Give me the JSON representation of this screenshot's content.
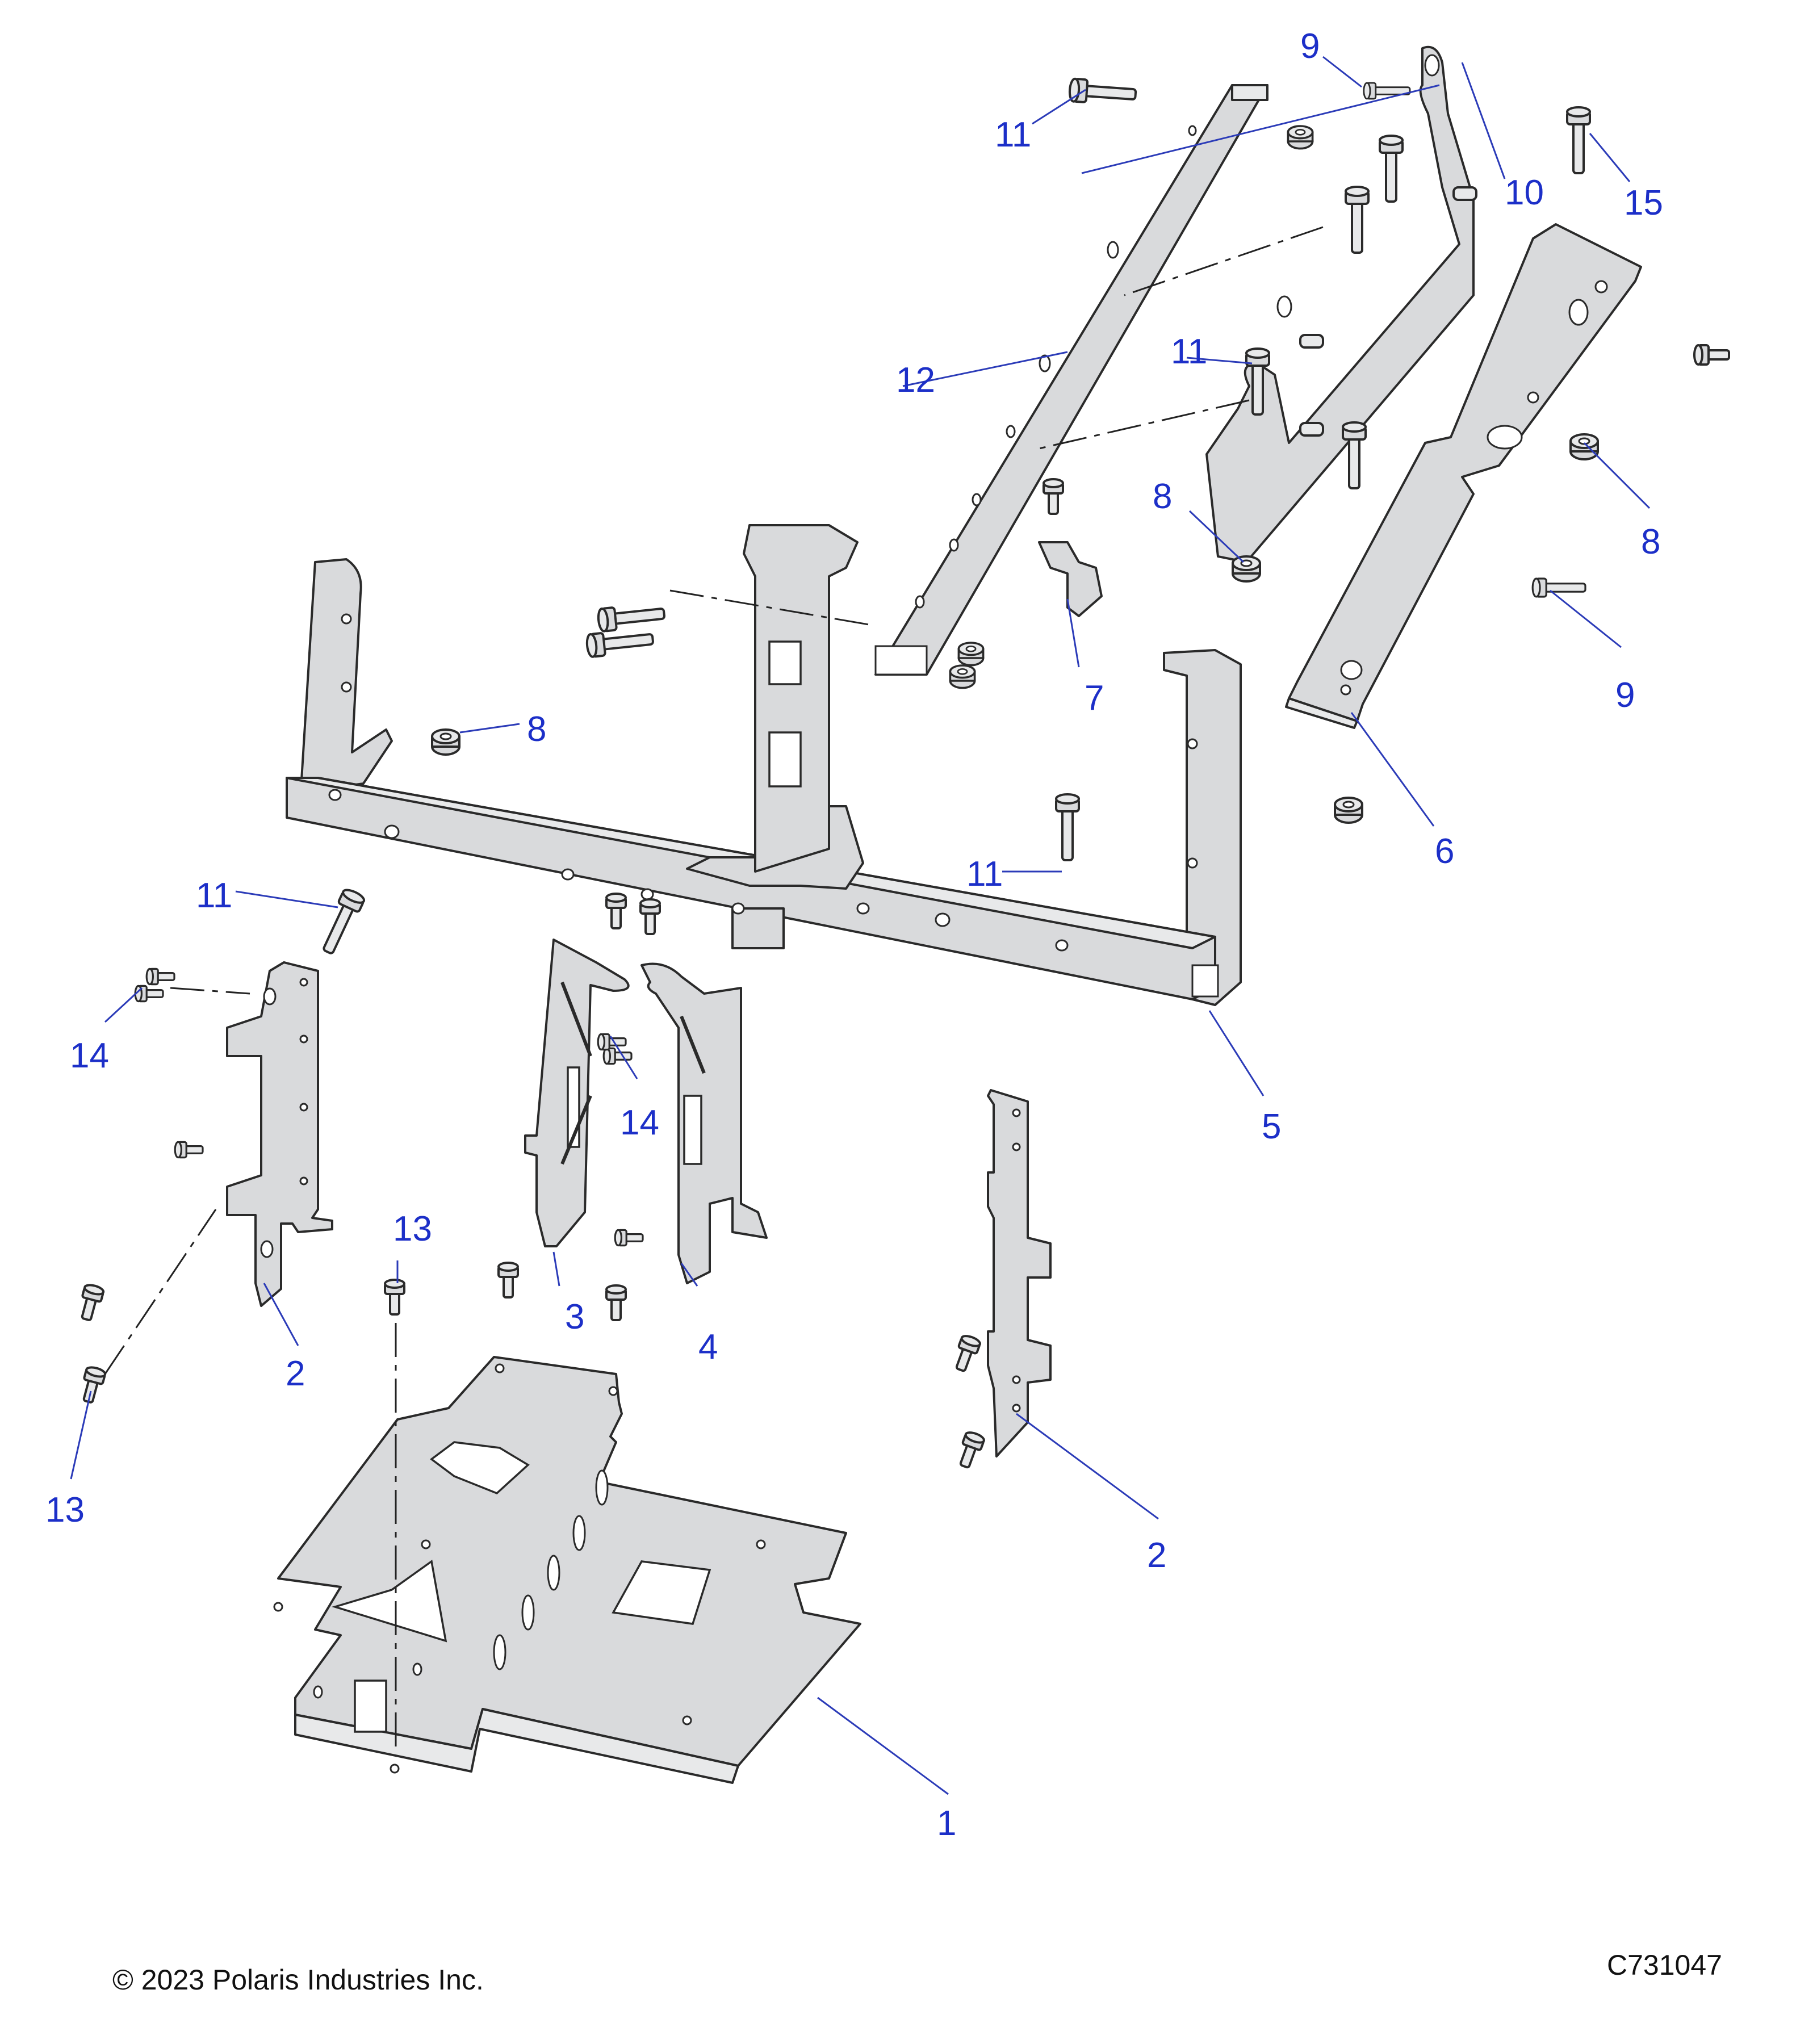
{
  "colors": {
    "callout": "#1c2fc8",
    "leader": "#2b3bb8",
    "part_fill": "#d9dadc",
    "part_stroke": "#2a2a2a",
    "background": "#ffffff"
  },
  "callouts": [
    {
      "id": "c1",
      "label": "1"
    },
    {
      "id": "c2a",
      "label": "2"
    },
    {
      "id": "c2b",
      "label": "2"
    },
    {
      "id": "c3",
      "label": "3"
    },
    {
      "id": "c4",
      "label": "4"
    },
    {
      "id": "c5",
      "label": "5"
    },
    {
      "id": "c6",
      "label": "6"
    },
    {
      "id": "c7",
      "label": "7"
    },
    {
      "id": "c8a",
      "label": "8"
    },
    {
      "id": "c8b",
      "label": "8"
    },
    {
      "id": "c8c",
      "label": "8"
    },
    {
      "id": "c9a",
      "label": "9"
    },
    {
      "id": "c9b",
      "label": "9"
    },
    {
      "id": "c10",
      "label": "10"
    },
    {
      "id": "c11a",
      "label": "11"
    },
    {
      "id": "c11b",
      "label": "11"
    },
    {
      "id": "c11c",
      "label": "11"
    },
    {
      "id": "c11d",
      "label": "11"
    },
    {
      "id": "c12",
      "label": "12"
    },
    {
      "id": "c13a",
      "label": "13"
    },
    {
      "id": "c13b",
      "label": "13"
    },
    {
      "id": "c14a",
      "label": "14"
    },
    {
      "id": "c14b",
      "label": "14"
    },
    {
      "id": "c15",
      "label": "15"
    }
  ],
  "footer": {
    "copyright": "© 2023 Polaris Industries Inc.",
    "drawing_id": "C731047"
  }
}
